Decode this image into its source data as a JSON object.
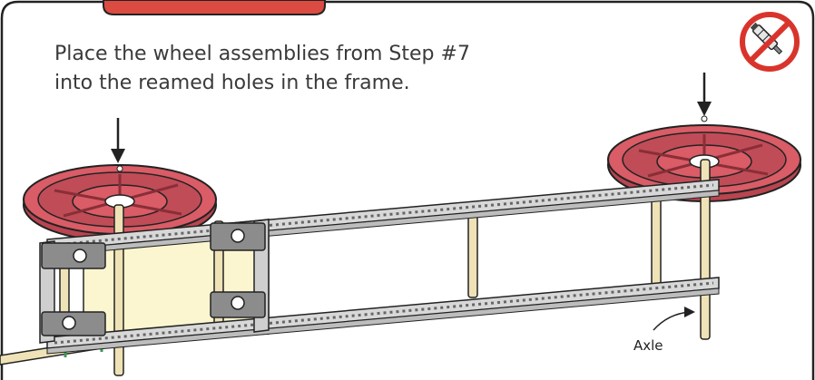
{
  "instruction": {
    "line1": "Place the wheel assemblies from Step #7",
    "line2": "into the reamed holes in the frame."
  },
  "callouts": {
    "axle": "Axle"
  },
  "icons": {
    "warning": "no-hot-glue-icon",
    "arrow": "down-arrow-icon"
  },
  "colors": {
    "header_tab": "#dc4b42",
    "wheel": "#d95c66",
    "wheel_dark": "#a53a44",
    "frame": "#d8d8d8",
    "axle": "#efe2b6",
    "panel": "#fbf6cf",
    "prohibition": "#d9342b"
  }
}
